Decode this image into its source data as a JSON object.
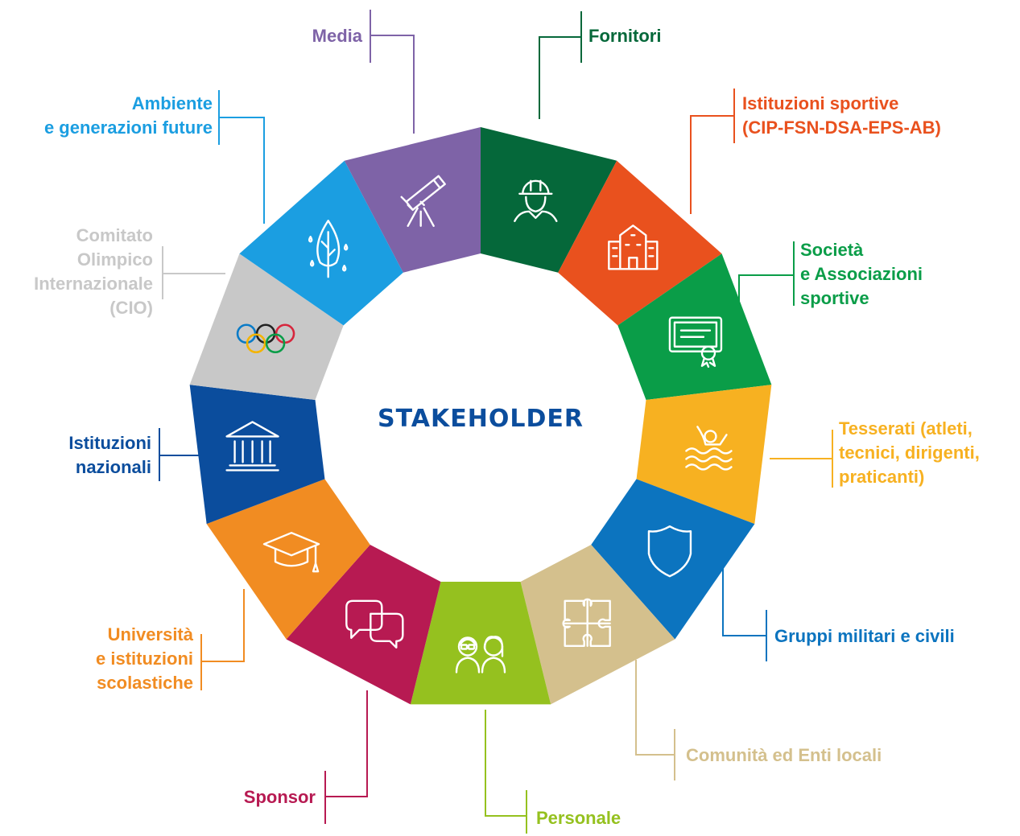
{
  "center_title": "STAKEHOLDER",
  "segments": [
    {
      "name": "Fornitori",
      "lines": [
        "Fornitori"
      ],
      "color": "#05683A",
      "icon": "worker-helmet-icon"
    },
    {
      "name": "Istituzioni sportive",
      "lines": [
        "Istituzioni sportive",
        "(CIP-FSN-DSA-EPS-AB)"
      ],
      "color": "#E9511E",
      "icon": "building-icon"
    },
    {
      "name": "Società e Associazioni sportive",
      "lines": [
        "Società",
        "e Associazioni",
        "sportive"
      ],
      "color": "#0A9D48",
      "icon": "certificate-icon"
    },
    {
      "name": "Tesserati",
      "lines": [
        "Tesserati (atleti,",
        "tecnici, dirigenti,",
        "praticanti)"
      ],
      "color": "#F7B121",
      "icon": "swimmer-icon"
    },
    {
      "name": "Gruppi militari e civili",
      "lines": [
        "Gruppi militari e civili"
      ],
      "color": "#0C74BF",
      "icon": "shield-icon"
    },
    {
      "name": "Comunità ed Enti locali",
      "lines": [
        "Comunità ed Enti locali"
      ],
      "color": "#D4C08D",
      "icon": "puzzle-icon"
    },
    {
      "name": "Personale",
      "lines": [
        "Personale"
      ],
      "color": "#95C11F",
      "icon": "people-icon"
    },
    {
      "name": "Sponsor",
      "lines": [
        "Sponsor"
      ],
      "color": "#B71A52",
      "icon": "chat-bubbles-icon"
    },
    {
      "name": "Università e istituzioni scolastiche",
      "lines": [
        "Università",
        "e istituzioni",
        "scolastiche"
      ],
      "color": "#F18C22",
      "icon": "graduation-cap-icon"
    },
    {
      "name": "Istituzioni nazionali",
      "lines": [
        "Istituzioni",
        "nazionali"
      ],
      "color": "#0B4D9D",
      "icon": "temple-icon"
    },
    {
      "name": "Comitato Olimpico Internazionale",
      "lines": [
        "Comitato",
        "Olimpico",
        "Internazionale",
        "(CIO)"
      ],
      "color": "#C8C8C8",
      "icon": "olympic-rings-icon"
    },
    {
      "name": "Ambiente e generazioni future",
      "lines": [
        "Ambiente",
        "e generazioni future"
      ],
      "color": "#1B9EE1",
      "icon": "leaf-icon"
    },
    {
      "name": "Media",
      "lines": [
        "Media"
      ],
      "color": "#7E63A7",
      "icon": "telescope-icon"
    }
  ]
}
